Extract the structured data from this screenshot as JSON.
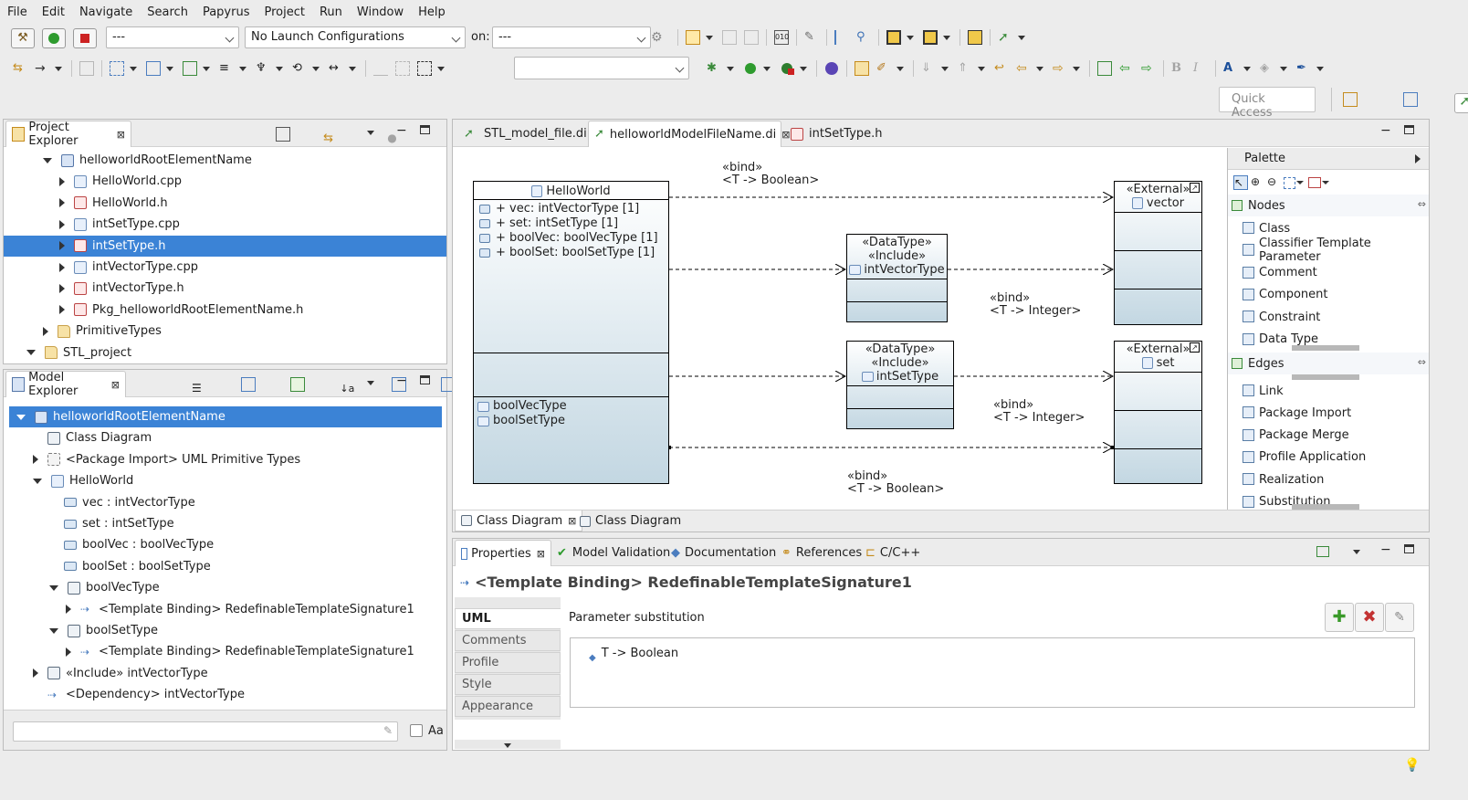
{
  "menu": [
    "File",
    "Edit",
    "Navigate",
    "Search",
    "Papyrus",
    "Project",
    "Run",
    "Window",
    "Help"
  ],
  "toolbar": {
    "run_combo": "---",
    "launch_combo": "No Launch Configurations",
    "on_label": "on:",
    "target_combo": "---",
    "search_field": "",
    "quick_access": "Quick Access"
  },
  "project_explorer": {
    "title": "Project Explorer",
    "items": [
      {
        "label": "helloworldRootElementName",
        "indent": 1,
        "twist": "d",
        "icon": "model"
      },
      {
        "label": "HelloWorld.cpp",
        "indent": 2,
        "twist": "r",
        "icon": "c"
      },
      {
        "label": "HelloWorld.h",
        "indent": 2,
        "twist": "r",
        "icon": "h"
      },
      {
        "label": "intSetType.cpp",
        "indent": 2,
        "twist": "r",
        "icon": "c"
      },
      {
        "label": "intSetType.h",
        "indent": 2,
        "twist": "r",
        "icon": "h",
        "selected": true
      },
      {
        "label": "intVectorType.cpp",
        "indent": 2,
        "twist": "r",
        "icon": "c"
      },
      {
        "label": "intVectorType.h",
        "indent": 2,
        "twist": "r",
        "icon": "h"
      },
      {
        "label": "Pkg_helloworldRootElementName.h",
        "indent": 2,
        "twist": "r",
        "icon": "h"
      },
      {
        "label": "PrimitiveTypes",
        "indent": 1,
        "twist": "r",
        "icon": "folder"
      },
      {
        "label": "STL_project",
        "indent": 0,
        "twist": "d",
        "icon": "folder"
      }
    ]
  },
  "model_explorer": {
    "title": "Model Explorer",
    "filter_placeholder": "",
    "case_label": "Aa",
    "items": [
      {
        "label": "helloworldRootElementName",
        "indent": 0,
        "twist": "d",
        "icon": "model",
        "selected": true
      },
      {
        "label": "Class Diagram",
        "indent": 1,
        "twist": "n",
        "icon": "dg"
      },
      {
        "label": "<Package Import> UML Primitive Types",
        "indent": 1,
        "twist": "r",
        "icon": "pkg"
      },
      {
        "label": "HelloWorld",
        "indent": 1,
        "twist": "d",
        "icon": "c"
      },
      {
        "label": "vec : intVectorType",
        "indent": 2,
        "twist": "n",
        "icon": "prop"
      },
      {
        "label": "set : intSetType",
        "indent": 2,
        "twist": "n",
        "icon": "prop"
      },
      {
        "label": "boolVec : boolVecType",
        "indent": 2,
        "twist": "n",
        "icon": "prop"
      },
      {
        "label": "boolSet : boolSetType",
        "indent": 2,
        "twist": "n",
        "icon": "prop"
      },
      {
        "label": "boolVecType",
        "indent": 2,
        "twist": "d",
        "icon": "dg"
      },
      {
        "label": "<Template Binding> RedefinableTemplateSignature1",
        "indent": 3,
        "twist": "r",
        "icon": "bind"
      },
      {
        "label": "boolSetType",
        "indent": 2,
        "twist": "d",
        "icon": "dg"
      },
      {
        "label": "<Template Binding> RedefinableTemplateSignature1",
        "indent": 3,
        "twist": "r",
        "icon": "bind"
      },
      {
        "label": "«Include» intVectorType",
        "indent": 1,
        "twist": "r",
        "icon": "dg"
      },
      {
        "label": "<Dependency> intVectorType",
        "indent": 1,
        "twist": "n",
        "icon": "bind"
      }
    ]
  },
  "editor_tabs": [
    {
      "label": "STL_model_file.di",
      "active": false
    },
    {
      "label": "helloworldModelFileName.di",
      "active": true
    },
    {
      "label": "intSetType.h",
      "active": false
    }
  ],
  "diagram": {
    "helloworld": {
      "name": "HelloWorld",
      "attributes": [
        "+ vec: intVectorType [1]",
        "+ set: intSetType [1]",
        "+ boolVec: boolVecType [1]",
        "+ boolSet: boolSetType [1]"
      ],
      "nested": [
        "boolVecType",
        "boolSetType"
      ]
    },
    "intvector": {
      "stereo1": "«DataType»",
      "stereo2": "«Include»",
      "name": "intVectorType"
    },
    "intset": {
      "stereo1": "«DataType»",
      "stereo2": "«Include»",
      "name": "intSetType"
    },
    "vector": {
      "stereo": "«External»",
      "name": "vector"
    },
    "set": {
      "stereo": "«External»",
      "name": "set"
    },
    "bind_labels": [
      {
        "line1": "«bind»",
        "line2": "<T -> Boolean>"
      },
      {
        "line1": "«bind»",
        "line2": "<T -> Integer>"
      },
      {
        "line1": "«bind»",
        "line2": "<T -> Integer>"
      },
      {
        "line1": "«bind»",
        "line2": "<T -> Boolean>"
      }
    ]
  },
  "palette": {
    "title": "Palette",
    "nodes_header": "Nodes",
    "nodes": [
      "Class",
      "Classifier Template Parameter",
      "Comment",
      "Component",
      "Constraint",
      "Data Type"
    ],
    "edges_header": "Edges",
    "edges": [
      "Link",
      "Package Import",
      "Package Merge",
      "Profile Application",
      "Realization",
      "Substitution"
    ]
  },
  "diagram_tabs": [
    {
      "label": "Class Diagram",
      "active": true
    },
    {
      "label": "Class Diagram",
      "active": false
    }
  ],
  "properties": {
    "tabs": [
      "Properties",
      "Model Validation",
      "Documentation",
      "References",
      "C/C++"
    ],
    "title": "<Template Binding> RedefinableTemplateSignature1",
    "side_tabs": [
      "UML",
      "Comments",
      "Profile",
      "Style",
      "Appearance"
    ],
    "section_label": "Parameter substitution",
    "substitutions": [
      "T -> Boolean"
    ]
  },
  "colors": {
    "selection": "#3b83d6",
    "box_top": "#ffffff",
    "box_bottom": "#c3d7e2",
    "add_green": "#3a9a2a",
    "remove_red": "#c33333"
  }
}
